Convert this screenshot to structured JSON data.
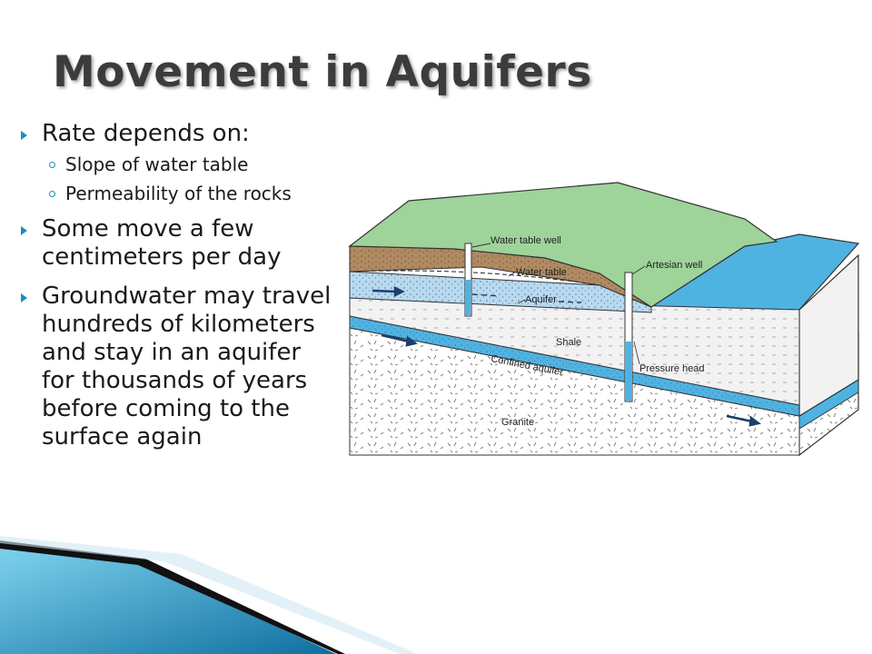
{
  "slide": {
    "title": "Movement in Aquifers"
  },
  "bullets": {
    "rate": {
      "text": "Rate depends on:",
      "sub": [
        "Slope of water table",
        "Permeability of the rocks"
      ]
    },
    "move": "Some move a few centimeters per day",
    "groundwater": "Groundwater may travel hundreds of kilometers and stay in an aquifer for thousands of years before coming to the surface again"
  },
  "diagram": {
    "labels": {
      "water_table_well": "Water table well",
      "artesian_well": "Artesian well",
      "water_table": "Water table",
      "aquifer": "Aquifer",
      "shale": "Shale",
      "confined_aquifer": "Confined aquifer",
      "pressure_head": "Pressure head",
      "granite": "Granite"
    },
    "colors": {
      "land": "#9ed39a",
      "soil": "#b08a62",
      "water": "#4fb3e2",
      "aquifer": "#b9d9ef",
      "shale": "#f2f2f2",
      "granite": "#ffffff"
    }
  },
  "colors": {
    "accent": "#1a8fc0",
    "title": "#3c3c3c"
  }
}
